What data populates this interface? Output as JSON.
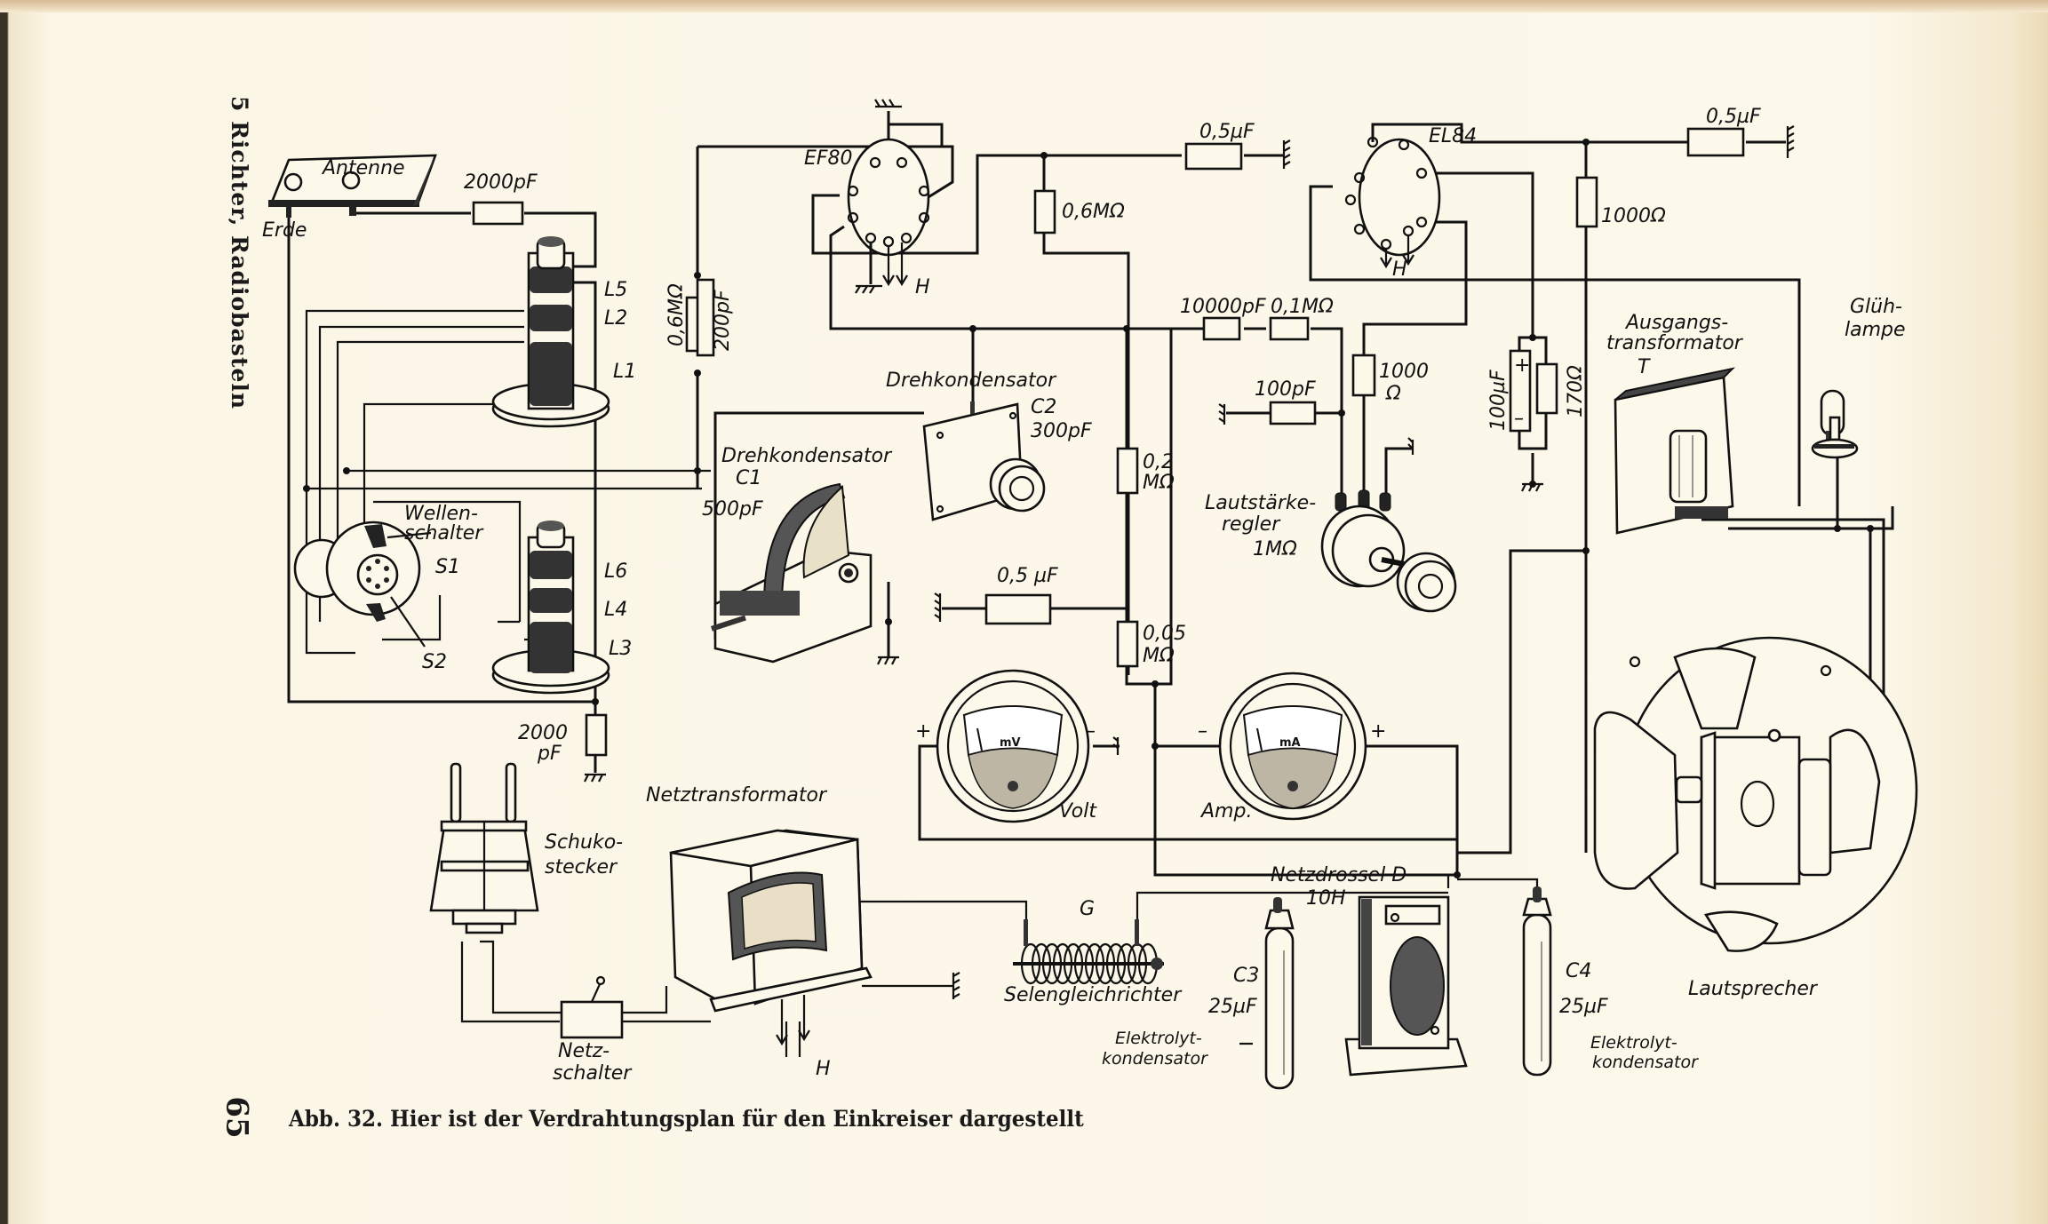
{
  "page": {
    "running_header": "5 Richter, Radiobasteln",
    "page_number": "65",
    "caption": "Abb. 32. Hier ist der Verdrahtungsplan für den Einkreiser dargestellt"
  },
  "labels": {
    "antenne": "Antenne",
    "erde": "Erde",
    "c_antenna": "2000pF",
    "l5": "L5",
    "l2": "L2",
    "l1": "L1",
    "l6": "L6",
    "l4": "L4",
    "l3": "L3",
    "wellenschalter_1": "Wellen-",
    "wellenschalter_2": "schalter",
    "s1": "S1",
    "s2": "S2",
    "c_bottom_1": "2000",
    "c_bottom_2": "pF",
    "r_grid": "0,6MΩ",
    "c_grid": "200pF",
    "ef80": "EF80",
    "h1": "H",
    "r_anode": "0,6MΩ",
    "c_screen": "0,5µF",
    "c_coupling": "10000pF",
    "r_coupling": "0,1MΩ",
    "drehko2_title": "Drehkondensator",
    "c2": "C2",
    "c2_val": "300pF",
    "drehko1_title": "Drehkondensator",
    "c1": "C1",
    "c1_val": "500pF",
    "r02_1": "0,2",
    "r02_2": "MΩ",
    "c05": "0,5 µF",
    "r005_1": "0,05",
    "r005_2": "MΩ",
    "el84": "EL84",
    "h2": "H",
    "c_el84": "0,5µF",
    "r_1000": "1000Ω",
    "c_100pf": "100pF",
    "r_1000b_1": "1000",
    "r_1000b_2": "Ω",
    "lautst_1": "Lautstärke-",
    "lautst_2": "regler",
    "lautst_3": "1MΩ",
    "c_100uf": "100µF",
    "r_170": "170Ω",
    "ausgangs_1": "Ausgangs-",
    "ausgangs_2": "transformator",
    "ausgangs_3": "T",
    "gluh_1": "Glüh-",
    "gluh_2": "lampe",
    "volt": "Volt",
    "amp": "Amp.",
    "volt_unit": "mV",
    "amp_unit": "mA",
    "plus": "+",
    "minus": "–",
    "netztrafo": "Netztransformator",
    "schuko_1": "Schuko-",
    "schuko_2": "stecker",
    "netzschalter_1": "Netz-",
    "netzschalter_2": "schalter",
    "h3": "H",
    "g": "G",
    "selen": "Selengleichrichter",
    "netzdrossel": "Netzdrossel D",
    "drossel_val": "10H",
    "c3": "C3",
    "c3_val": "25µF",
    "c4": "C4",
    "c4_val": "25µF",
    "elko_1": "Elektrolyt-",
    "elko_2": "kondensator",
    "lautsprecher": "Lautsprecher"
  }
}
